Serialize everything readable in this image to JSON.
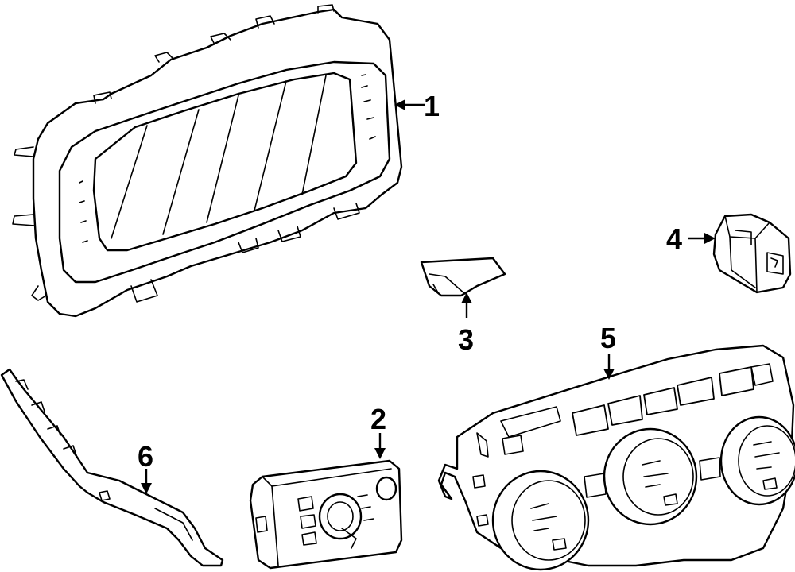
{
  "diagram": {
    "callouts": [
      {
        "id": "callout-1",
        "label": "1"
      },
      {
        "id": "callout-2",
        "label": "2"
      },
      {
        "id": "callout-3",
        "label": "3"
      },
      {
        "id": "callout-4",
        "label": "4"
      },
      {
        "id": "callout-5",
        "label": "5"
      },
      {
        "id": "callout-6",
        "label": "6"
      }
    ],
    "colors": {
      "stroke": "#000000",
      "background": "#ffffff"
    }
  }
}
